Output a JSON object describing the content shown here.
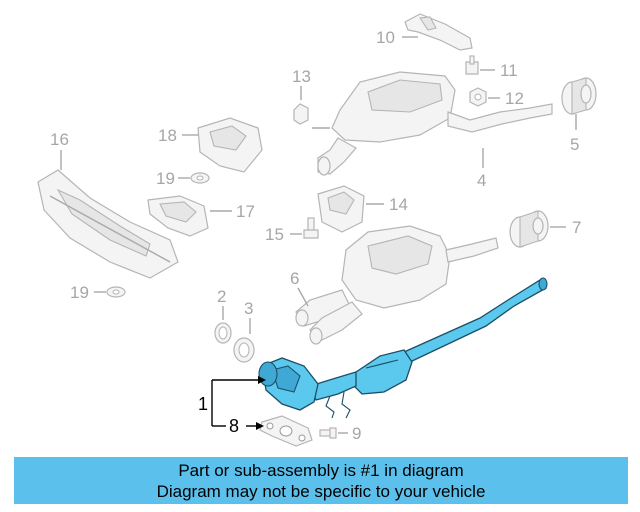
{
  "callouts": {
    "c1": "1",
    "c2": "2",
    "c3": "3",
    "c4": "4",
    "c5": "5",
    "c6": "6",
    "c7": "7",
    "c8": "8",
    "c9": "9",
    "c10": "10",
    "c11": "11",
    "c12": "12",
    "c13": "13",
    "c14": "14",
    "c15": "15",
    "c16": "16",
    "c17": "17",
    "c18": "18",
    "c19a": "19",
    "c19b": "19"
  },
  "banner": {
    "line1": "Part or sub-assembly is #1 in diagram",
    "line2": "Diagram may not be specific to your vehicle"
  },
  "colors": {
    "highlight": "#5bc8ee",
    "banner": "#5bc0ec",
    "greyed": "#a6a6a6"
  }
}
